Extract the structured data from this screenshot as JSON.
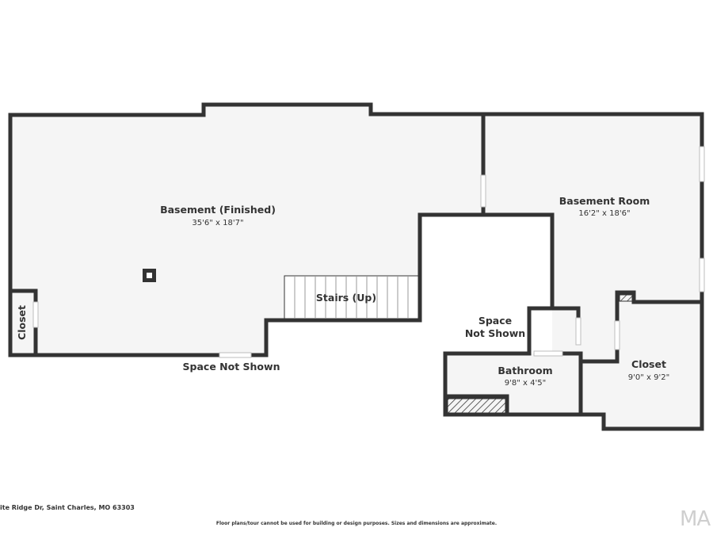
{
  "rooms": {
    "basement_finished": {
      "name": "Basement (Finished)",
      "dims": "35'6\" x 18'7\""
    },
    "basement_room": {
      "name": "Basement Room",
      "dims": "16'2\" x 18'6\""
    },
    "stairs": {
      "name": "Stairs (Up)"
    },
    "closet_left": {
      "name": "Closet"
    },
    "space_not_shown_center": {
      "line1": "Space",
      "line2": "Not Shown"
    },
    "bathroom": {
      "name": "Bathroom",
      "dims": "9'8\" x 4'5\""
    },
    "closet_right": {
      "name": "Closet",
      "dims": "9'0\" x 9'2\""
    }
  },
  "space_not_shown_bottom": "Space Not Shown",
  "footer": {
    "address": "ite Ridge Dr, Saint Charles, MO 63303",
    "disclaimer": "Floor plans/tour cannot be used for building or design purposes. Sizes and dimensions are approximate.",
    "logo": "MA"
  },
  "colors": {
    "wall": "#333333",
    "floor": "#f5f5f5",
    "background": "#ffffff",
    "window": "#d9d9d9"
  }
}
